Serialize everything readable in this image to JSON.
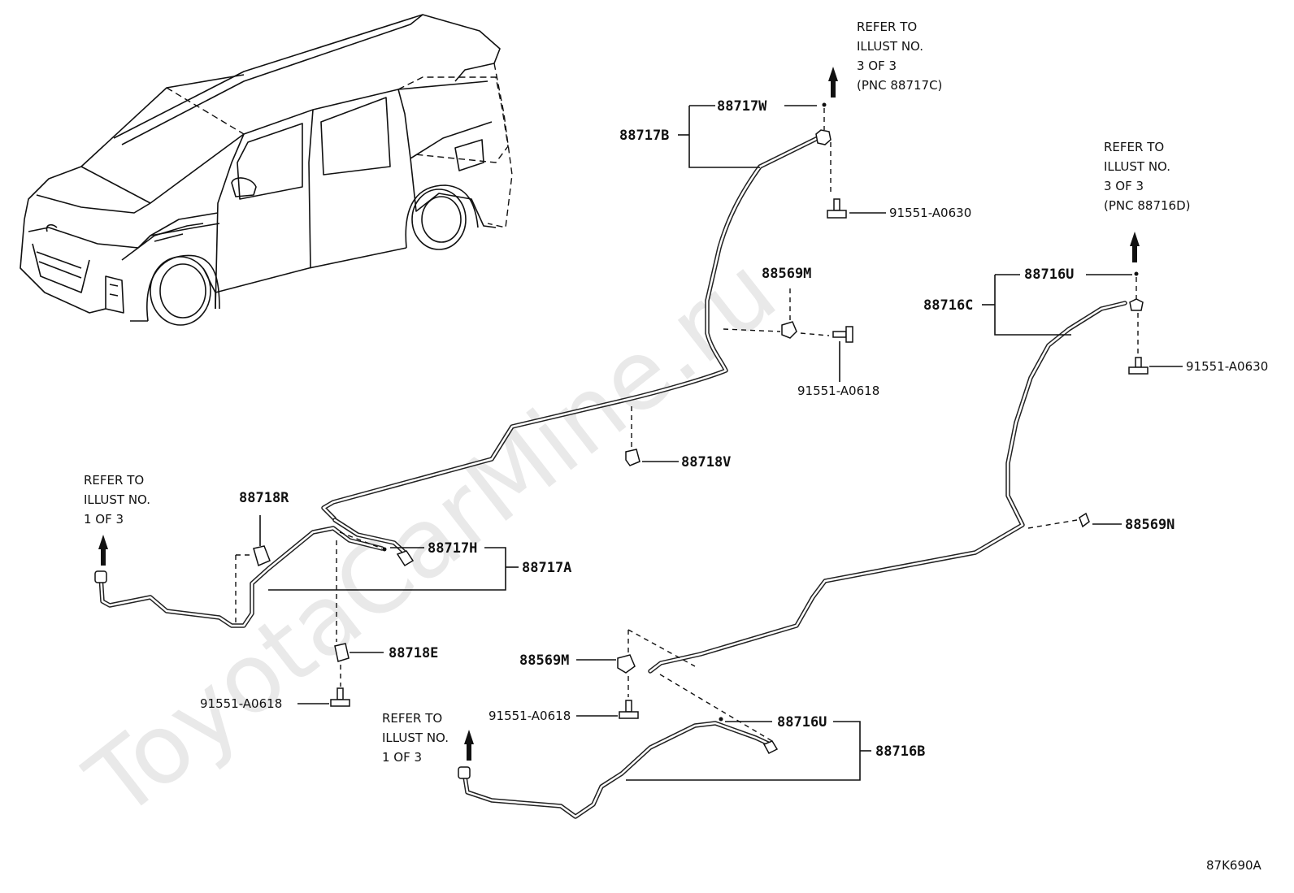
{
  "watermark": "ToyotaCarMine.ru",
  "figure_code": "87K690A",
  "refer_notes": {
    "top_center": [
      "REFER TO",
      "ILLUST NO.",
      "3 OF 3",
      "(PNC 88717C)"
    ],
    "top_right": [
      "REFER TO",
      "ILLUST NO.",
      "3 OF 3",
      "(PNC 88716D)"
    ],
    "left": [
      "REFER TO",
      "ILLUST NO.",
      "1 OF 3"
    ],
    "bottom": [
      "REFER TO",
      "ILLUST NO.",
      "1 OF 3"
    ]
  },
  "parts": {
    "p88717W": "88717W",
    "p88717B": "88717B",
    "p91551_A0630_top": "91551-A0630",
    "p88569M_top": "88569M",
    "p91551_A0618_mid": "91551-A0618",
    "p88718V": "88718V",
    "p88716U_top": "88716U",
    "p88716C": "88716C",
    "p91551_A0630_right": "91551-A0630",
    "p88569N": "88569N",
    "p88718R": "88718R",
    "p88717H": "88717H",
    "p88717A": "88717A",
    "p88718E": "88718E",
    "p91551_A0618_left": "91551-A0618",
    "p88569M_bottom": "88569M",
    "p91551_A0618_bottom": "91551-A0618",
    "p88716U_bottom": "88716U",
    "p88716B": "88716B"
  },
  "icons": {
    "vehicle": "minivan-illustration-icon",
    "arrow": "up-arrow-icon",
    "bolt": "bolt-icon",
    "clip": "clip-icon"
  }
}
